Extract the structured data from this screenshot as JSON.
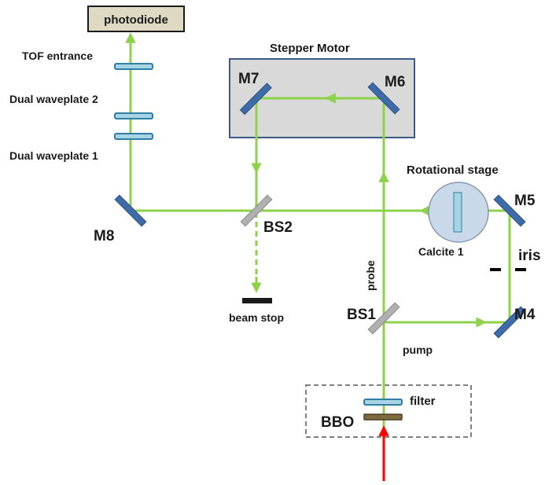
{
  "colors": {
    "beam": "#8ed14a",
    "pump_input": "#ff0000",
    "mirror": "#3d6ca8",
    "mirror_edge": "#2a4f80",
    "waveplate_fill": "#a7d4e4",
    "waveplate_edge": "#2e7fa3",
    "beamsplitter": "#b0b0b0",
    "stepper_fill": "#d9d9d9",
    "stepper_border": "#3c5a82",
    "photodiode_fill": "#ddd9c3",
    "bbo_fill": "#7f6a3f",
    "calcite_fill": "#c9d9ea",
    "calcite_edge": "#8797aa"
  },
  "labels": {
    "photodiode": "photodiode",
    "tof_entrance": "TOF entrance",
    "dual_waveplate_2": "Dual waveplate 2",
    "dual_waveplate_1": "Dual waveplate 1",
    "stepper_motor": "Stepper Motor",
    "m7": "M7",
    "m6": "M6",
    "rotational_stage": "Rotational  stage",
    "m5": "M5",
    "m8": "M8",
    "bs2": "BS2",
    "calcite": "Calcite 1",
    "iris": "iris",
    "probe": "probe",
    "beam_stop": "beam stop",
    "bs1": "BS1",
    "m4": "M4",
    "pump": "pump",
    "filter": "filter",
    "bbo": "BBO"
  },
  "icons": {
    "mirror": "mirror-icon",
    "beamsplitter": "beamsplitter-icon",
    "waveplate": "waveplate-icon",
    "crystal": "crystal-icon",
    "iris": "iris-icon",
    "beam_stop": "beam-stop-icon",
    "arrow": "arrow-icon"
  }
}
